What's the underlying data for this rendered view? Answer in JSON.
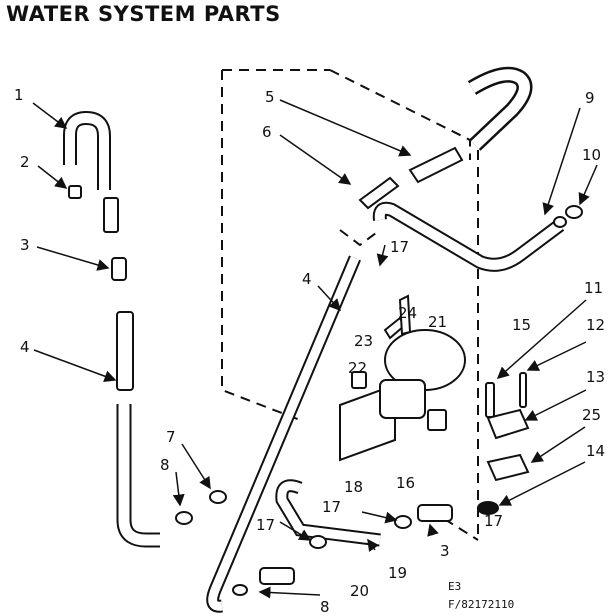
{
  "title": "WATER SYSTEM PARTS",
  "labels": {
    "l1": "1",
    "l2": "2",
    "l3": "3",
    "l4a": "4",
    "l5": "5",
    "l6": "6",
    "l4b": "4",
    "l7": "7",
    "l8a": "8",
    "l17a": "17",
    "l24": "24",
    "l21": "21",
    "l23": "23",
    "l22": "22",
    "l18": "18",
    "l16": "16",
    "l17b": "17",
    "l17c": "17",
    "l19": "19",
    "l3b": "3",
    "l20": "20",
    "l8b": "8",
    "l9": "9",
    "l10": "10",
    "l11": "11",
    "l15": "15",
    "l12": "12",
    "l13": "13",
    "l25": "25",
    "l14": "14",
    "l17d": "17"
  },
  "code": {
    "line1": "E3",
    "line2": "F/82172110"
  }
}
